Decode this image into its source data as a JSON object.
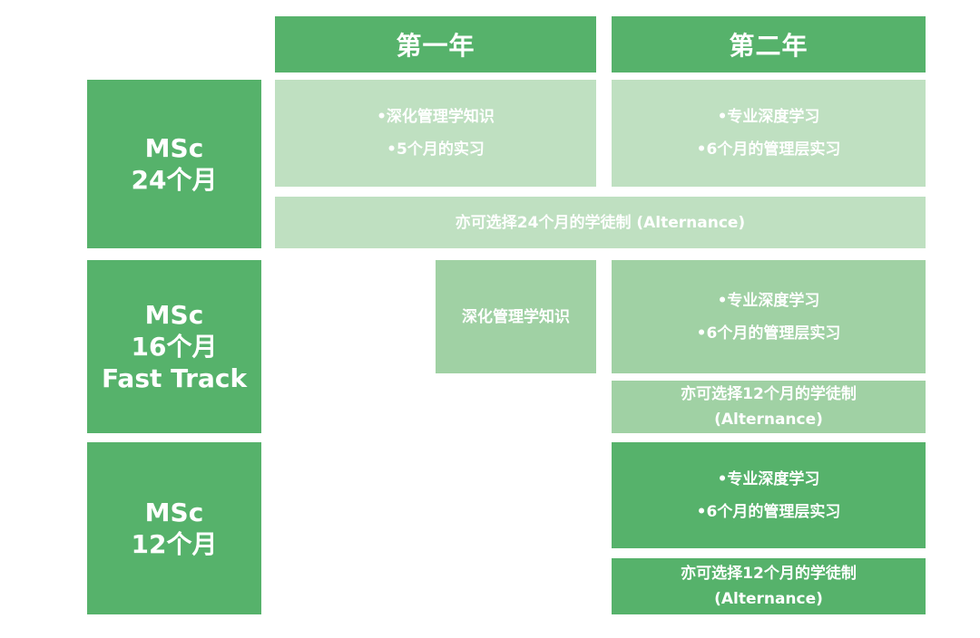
{
  "headers": {
    "year1": "第一年",
    "year2": "第二年"
  },
  "programs": {
    "msc24": {
      "label_line1": "MSc",
      "label_line2": "24个月",
      "year1_lines": [
        "•深化管理学知识",
        "•5个月的实习"
      ],
      "year2_lines": [
        "•专业深度学习",
        "•6个月的管理层实习"
      ],
      "alternance": "亦可选择24个月的学徒制 (Alternance)"
    },
    "msc16": {
      "label_line1": "MSc",
      "label_line2": "16个月",
      "label_line3": "Fast Track",
      "year1_text": "深化管理学知识",
      "year2_lines": [
        "•专业深度学习",
        "•6个月的管理层实习"
      ],
      "alternance_line1": "亦可选择12个月的学徒制",
      "alternance_line2": "(Alternance)"
    },
    "msc12": {
      "label_line1": "MSc",
      "label_line2": "12个月",
      "year2_lines": [
        "•专业深度学习",
        "•6个月的管理层实习"
      ],
      "alternance_line1": "亦可选择12个月的学徒制",
      "alternance_line2": "(Alternance)"
    }
  },
  "colors": {
    "dark_green": "#56b26b",
    "mid_green": "#a0d1a4",
    "light_green": "#bfe0c1"
  }
}
